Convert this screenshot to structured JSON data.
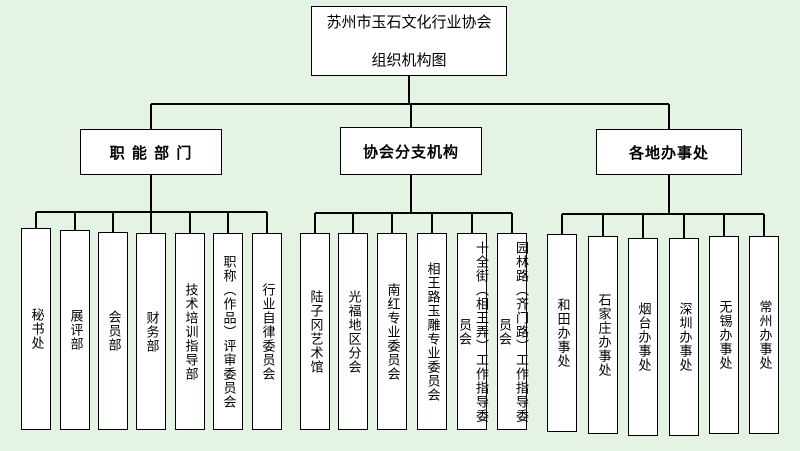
{
  "title": {
    "line1": "苏州市玉石文化行业协会",
    "line2": "组织机构图"
  },
  "groups": [
    {
      "label": "职 能 部 门",
      "items": [
        "秘书处",
        "展评部",
        "会员部",
        "财务部",
        "技术培训指导部",
        "职称（作品）评审委员会",
        "行业自律委员会"
      ]
    },
    {
      "label": "协会分支机构",
      "items": [
        "陆子冈艺术馆",
        "光福地区分会",
        "南红专业委员会",
        "相王路玉雕专业委员会",
        "十全街（相王弄）工作指导委员会",
        "园林路（齐门路）工作指导委员会"
      ]
    },
    {
      "label": "各地办事处",
      "items": [
        "和田办事处",
        "石家庄办事处",
        "烟台办事处",
        "深圳办事处",
        "无锡办事处",
        "常州办事处"
      ]
    }
  ],
  "colors": {
    "background": "#e4f3e4",
    "box_fill": "#ffffff",
    "line": "#000000"
  }
}
